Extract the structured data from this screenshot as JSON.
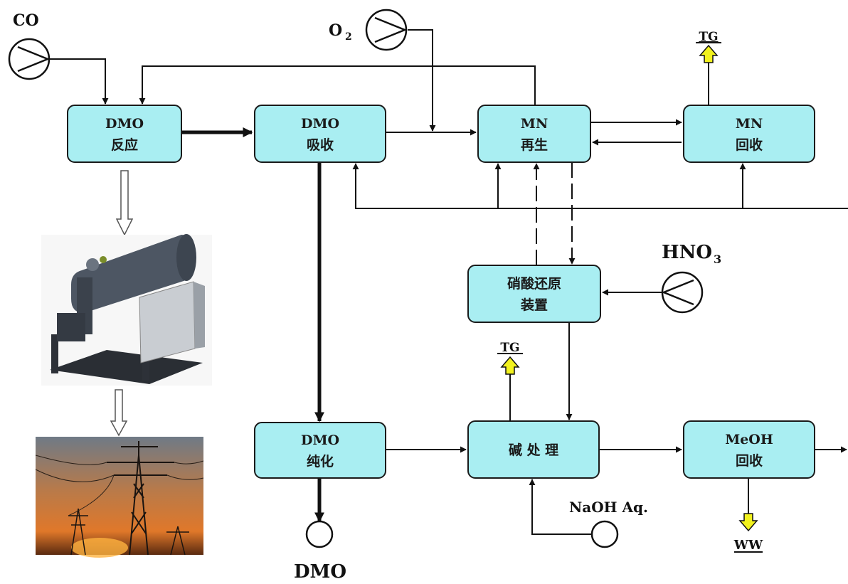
{
  "boxes": {
    "dmo_reaction": {
      "line1": "DMO",
      "line2": "反应"
    },
    "dmo_absorption": {
      "line1": "DMO",
      "line2": "吸收"
    },
    "mn_regeneration": {
      "line1": "MN",
      "line2": "再生"
    },
    "mn_recovery": {
      "line1": "MN",
      "line2": "回收"
    },
    "nitric_reduction": {
      "line1": "硝酸还原",
      "line2": "装置"
    },
    "dmo_purification": {
      "line1": "DMO",
      "line2": "纯化"
    },
    "alkali_treatment": {
      "line1": "碱 处 理"
    },
    "meoh_recovery": {
      "line1": "MeOH",
      "line2": "回收"
    }
  },
  "streams": {
    "co": "CO",
    "o2_main": "O",
    "o2_sub": "2",
    "hno3_main": "HNO",
    "hno3_sub": "3",
    "tg_top": "TG",
    "tg_mid": "TG",
    "naoh": "NaOH Aq.",
    "dmo_product": "DMO",
    "ww": "WW"
  },
  "colors": {
    "box_fill": "#a9eef2",
    "box_stroke": "#1a1a1a",
    "line": "#111111",
    "vent_arrow": "#f2f21e"
  },
  "images": {
    "heat_exchanger": "industrial-heat-exchanger-photo",
    "power_tower": "power-transmission-tower-sunset-photo"
  }
}
